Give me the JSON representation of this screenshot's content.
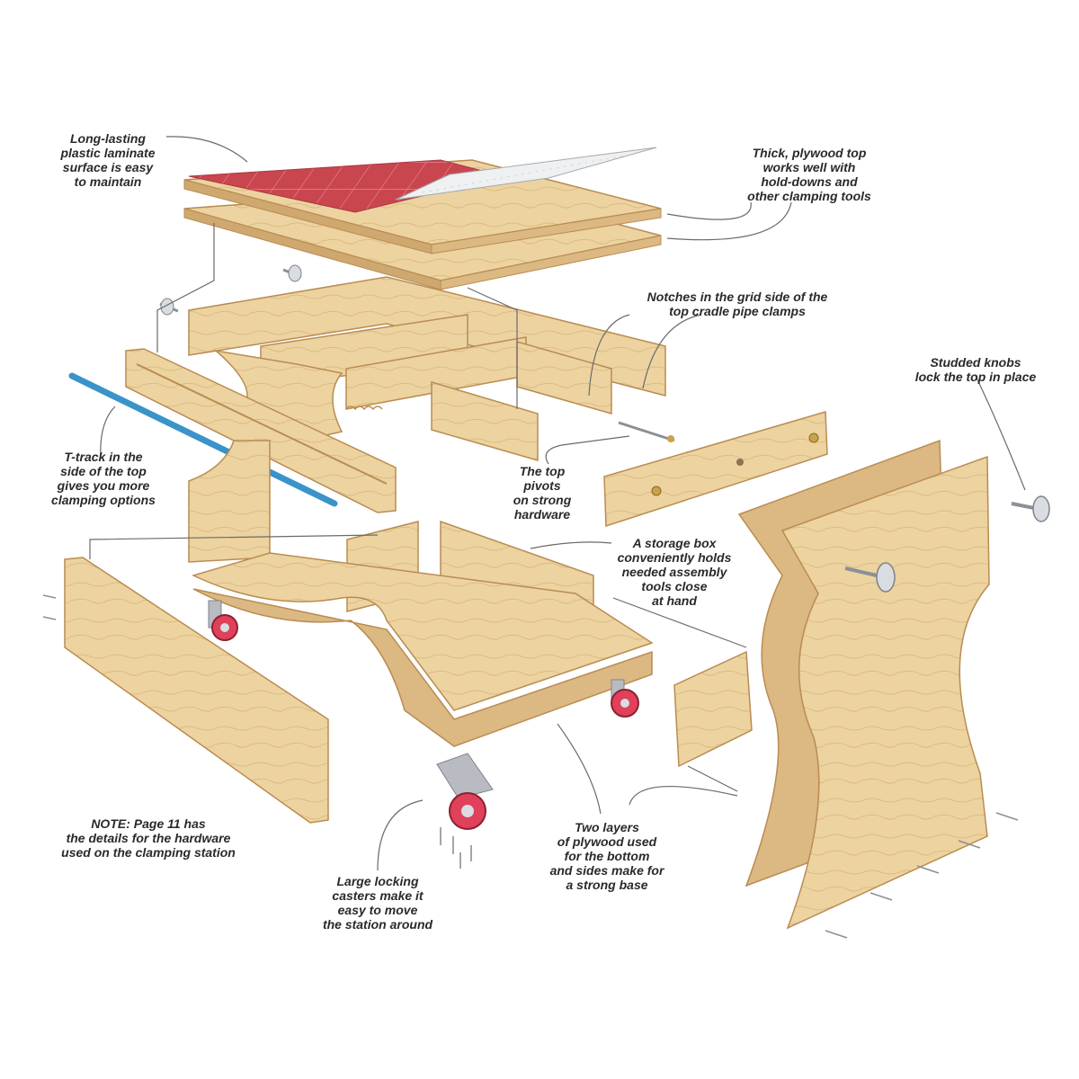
{
  "callouts": {
    "laminate": "Long-lasting\nplastic laminate\nsurface is easy\nto maintain",
    "plywood_top": "Thick, plywood top\nworks well with\nhold-downs and\nother clamping tools",
    "notches": "Notches in the grid side of the\ntop cradle pipe clamps",
    "knobs": "Studded knobs\nlock the top in place",
    "ttrack": "T-track in the\nside of the top\ngives you more\nclamping options",
    "pivots": "The top\npivots\non strong\nhardware",
    "storage": "A storage box\nconveniently holds\nneeded assembly\ntools close\nat hand",
    "casters": "Large locking\ncasters make it\neasy to move\nthe station around",
    "plywood_layers": "Two layers\nof plywood used\nfor the bottom\nand sides make for\na strong base"
  },
  "note": {
    "label": "NOTE:",
    "text": " Page 11 has\nthe details for the hardware\nused on the clamping station"
  },
  "colors": {
    "wood": "#ecd3a0",
    "wood_dark": "#cfa870",
    "wood_edge": "#b98c52",
    "laminate": "#c9464f",
    "laminate_grid": "#e58890",
    "ttrack": "#3a93c9",
    "wheel": "#e0405a",
    "metal": "#b8bcc2",
    "line": "#6a6a6a"
  }
}
